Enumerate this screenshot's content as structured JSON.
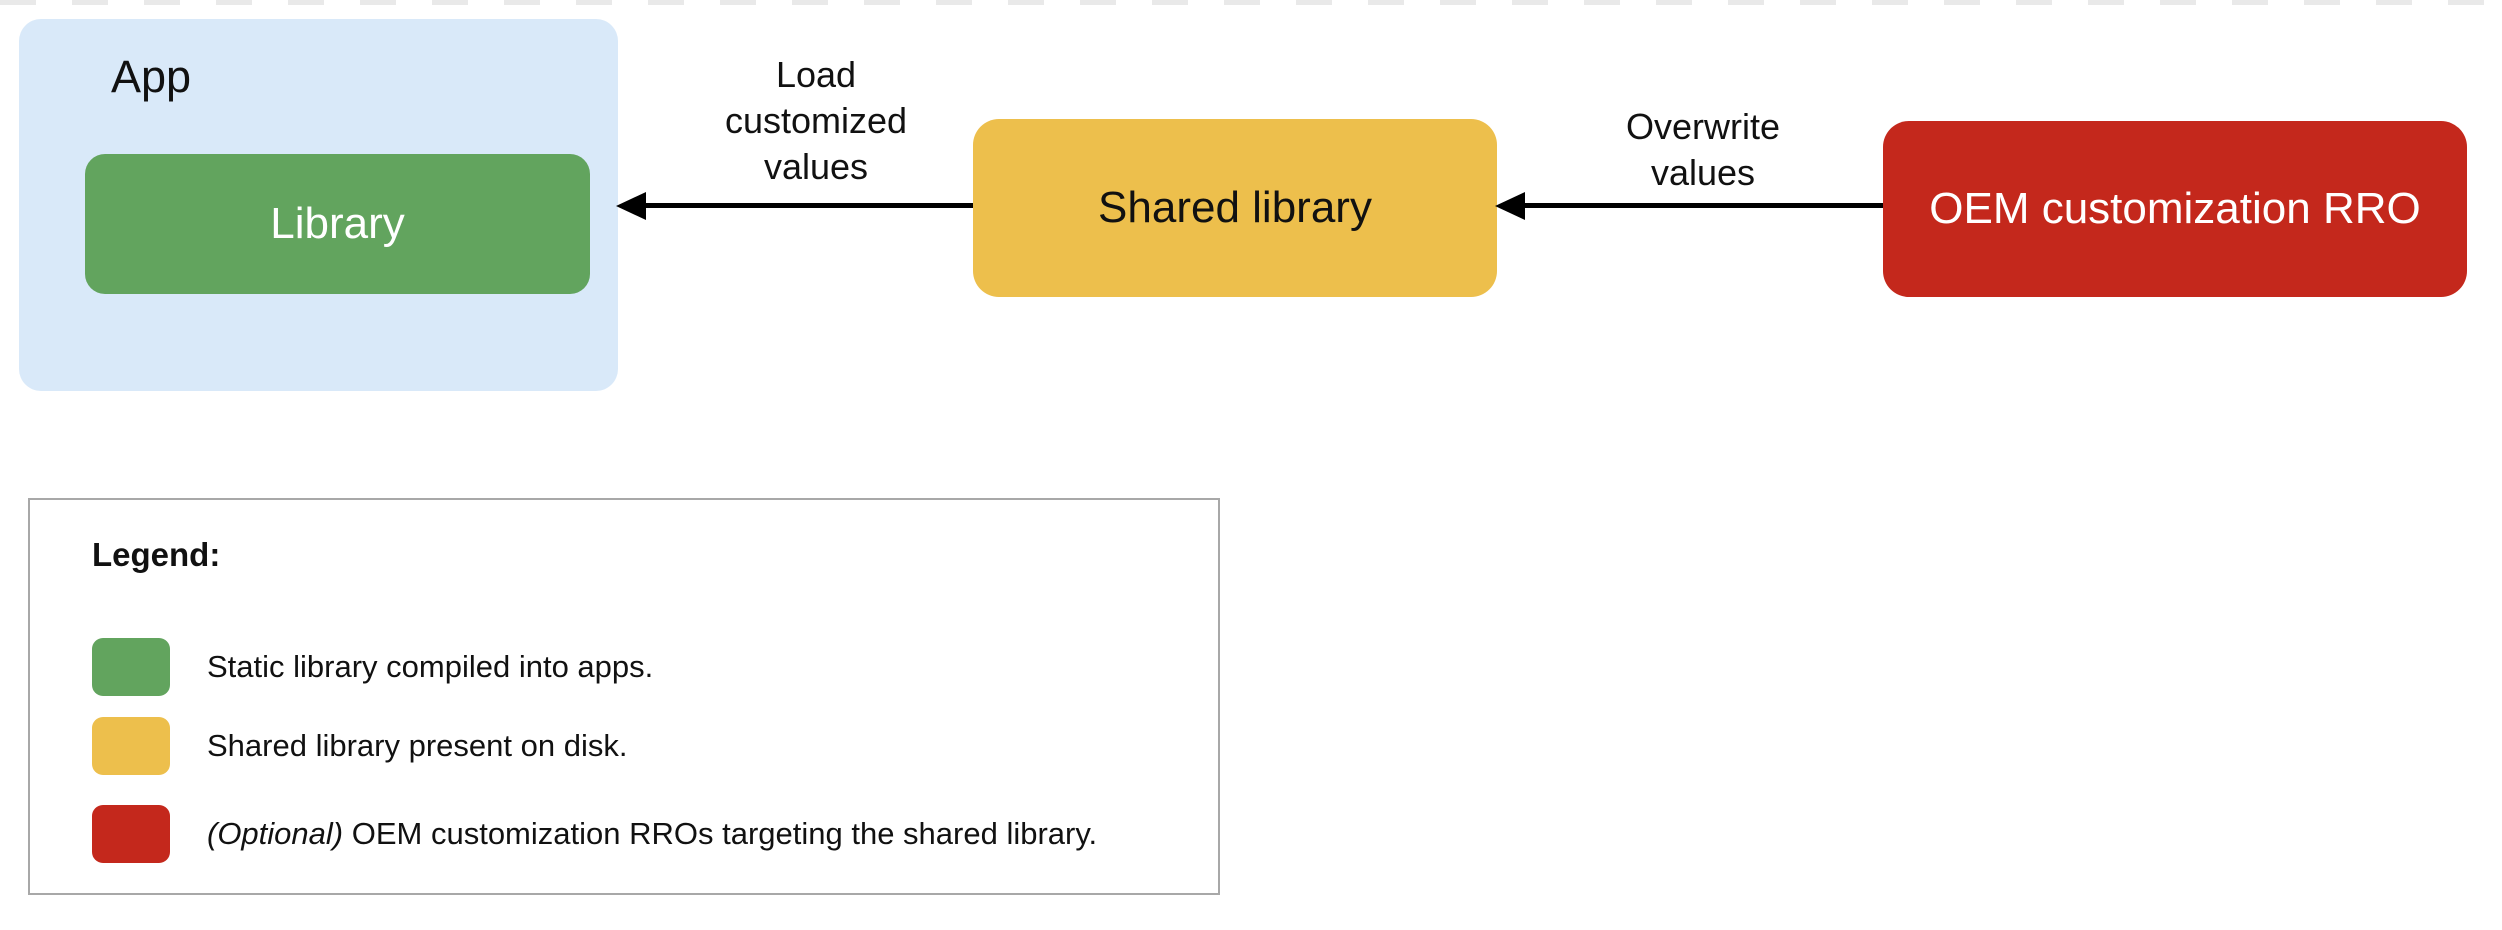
{
  "diagram": {
    "app_box": {
      "label": "App",
      "fill": "#d9e9f9"
    },
    "library_box": {
      "label": "Library",
      "fill": "#62a45e",
      "text_color": "#ffffff"
    },
    "shared_library_box": {
      "label": "Shared library",
      "fill": "#edbf4c",
      "text_color": "#000000"
    },
    "oem_box": {
      "label": "OEM customization RRO",
      "fill": "#c4281c",
      "text_color": "#ffffff"
    },
    "arrow_load": {
      "label": "Load customized values"
    },
    "arrow_overwrite": {
      "label": "Overwrite values"
    },
    "arrow_color": "#000000"
  },
  "legend": {
    "title": "Legend:",
    "border_color": "#a8a8a8",
    "items": [
      {
        "swatch_color": "#62a45e",
        "text": "Static library compiled into apps."
      },
      {
        "swatch_color": "#edbf4c",
        "text": "Shared library present on disk."
      },
      {
        "swatch_color": "#c4281c",
        "prefix_italic": "(Optional) ",
        "text": "OEM customization RROs targeting the shared library."
      }
    ]
  }
}
